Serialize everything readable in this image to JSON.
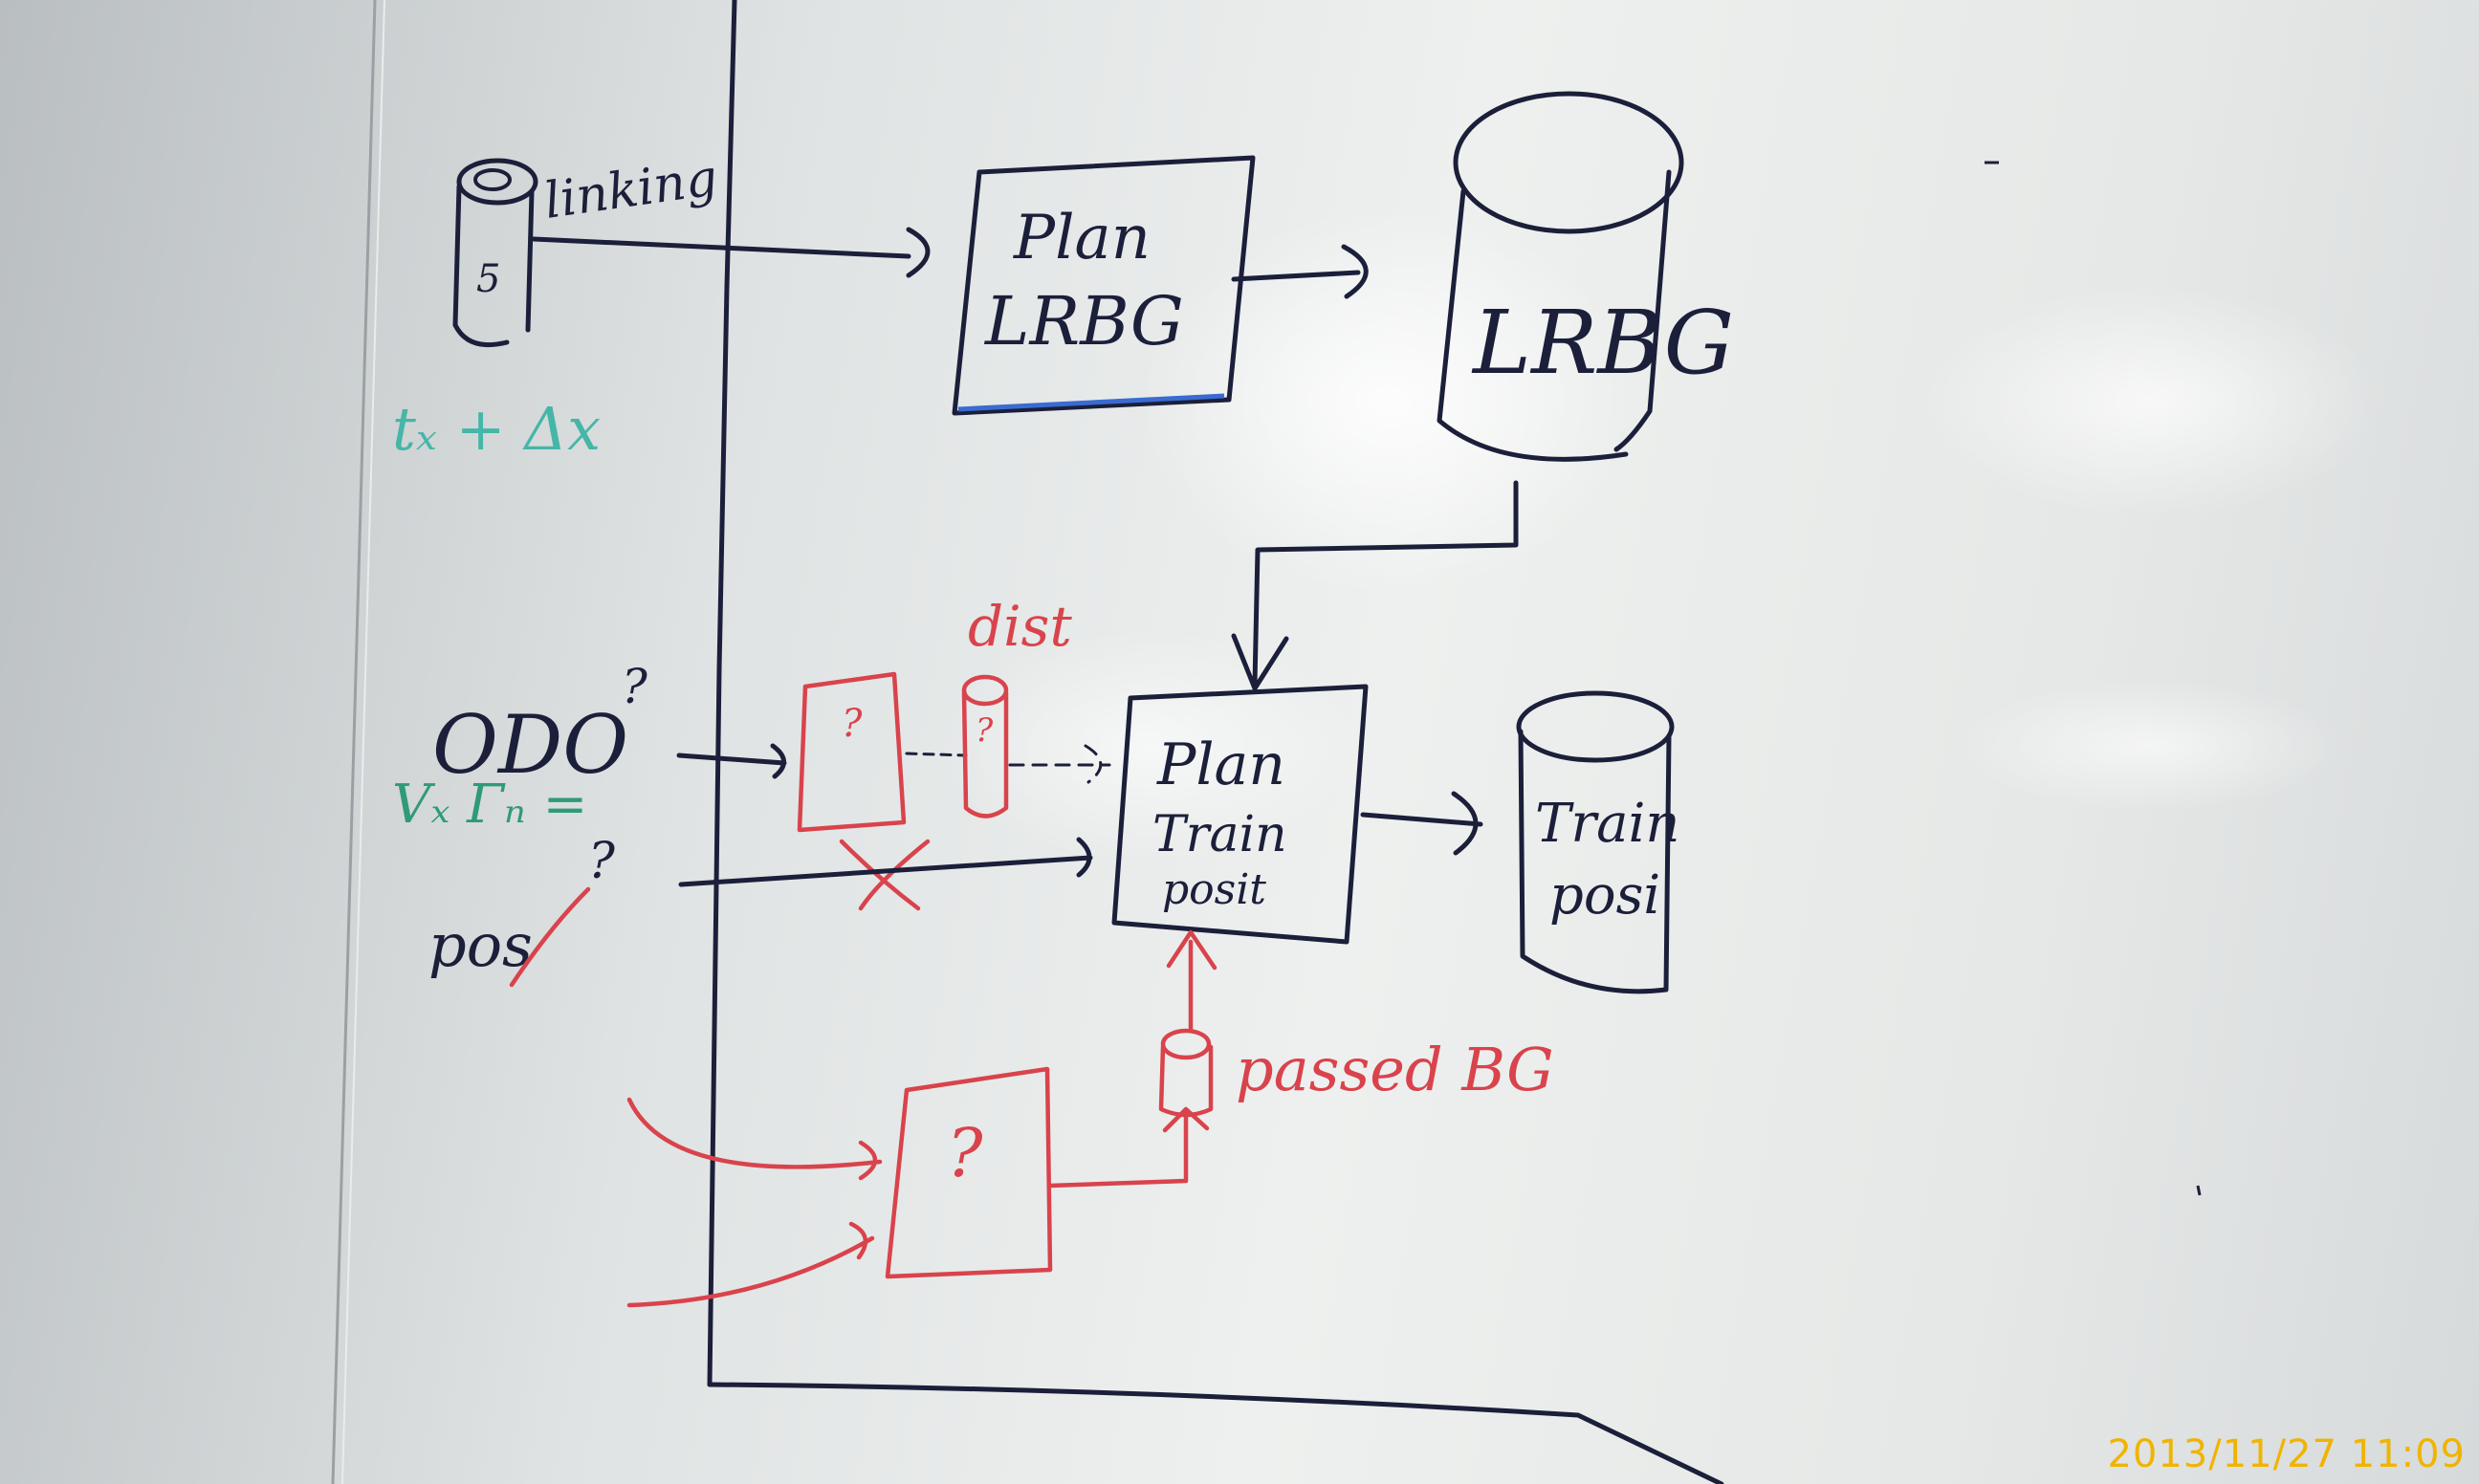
{
  "labels": {
    "linking": "linking",
    "plan_lrbg": [
      "Plan",
      "LRBG"
    ],
    "lrbg_store": "LRBG",
    "odo": "ODO",
    "odo_q": "?",
    "vx_rn": "Vₓ  Γₙ =",
    "tx_dx": "tₓ + Δx",
    "pos": "pos",
    "pos_q": "?",
    "dist": "dist",
    "q_box": "?",
    "q_cyl": "?",
    "plan_train": [
      "Plan",
      "Train",
      "posit"
    ],
    "train_posi_store": [
      "Train",
      "posi"
    ],
    "passed_bg": "passed BG",
    "bottom_q": "?",
    "small_cyl_label": "5"
  },
  "timestamp": "2013/11/27 11:09",
  "colors": {
    "black_marker": "#1b1f3a",
    "red_marker": "#d9434c",
    "green_marker": "#2f9a7a",
    "teal_marker": "#45b6a8",
    "timestamp": "#f0b400"
  }
}
